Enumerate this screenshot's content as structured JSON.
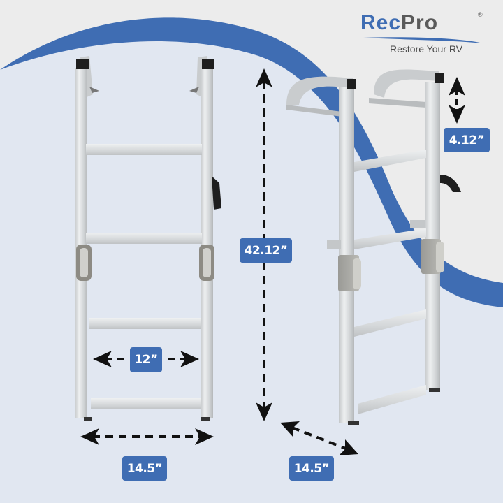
{
  "brand": {
    "name_part1": "Rec",
    "name_part2": "Pro",
    "registered_mark": "®",
    "tagline": "Restore Your RV",
    "primary_color": "#3f6db3",
    "secondary_color": "#5a5a5a"
  },
  "product": {
    "views": [
      "front-view",
      "angled-side-view"
    ]
  },
  "dimensions": {
    "inner_step_width": "12”",
    "overall_height": "42.12”",
    "handle_height": "4.12”",
    "front_width": "14.5”",
    "depth_width": "14.5”"
  },
  "colors": {
    "background": "#ececec",
    "panel": "#e1e7f1",
    "accent_arc": "#3f6db3",
    "badge": "#3f6db3",
    "arrow": "#111111",
    "aluminum": "#d3d5d6"
  }
}
